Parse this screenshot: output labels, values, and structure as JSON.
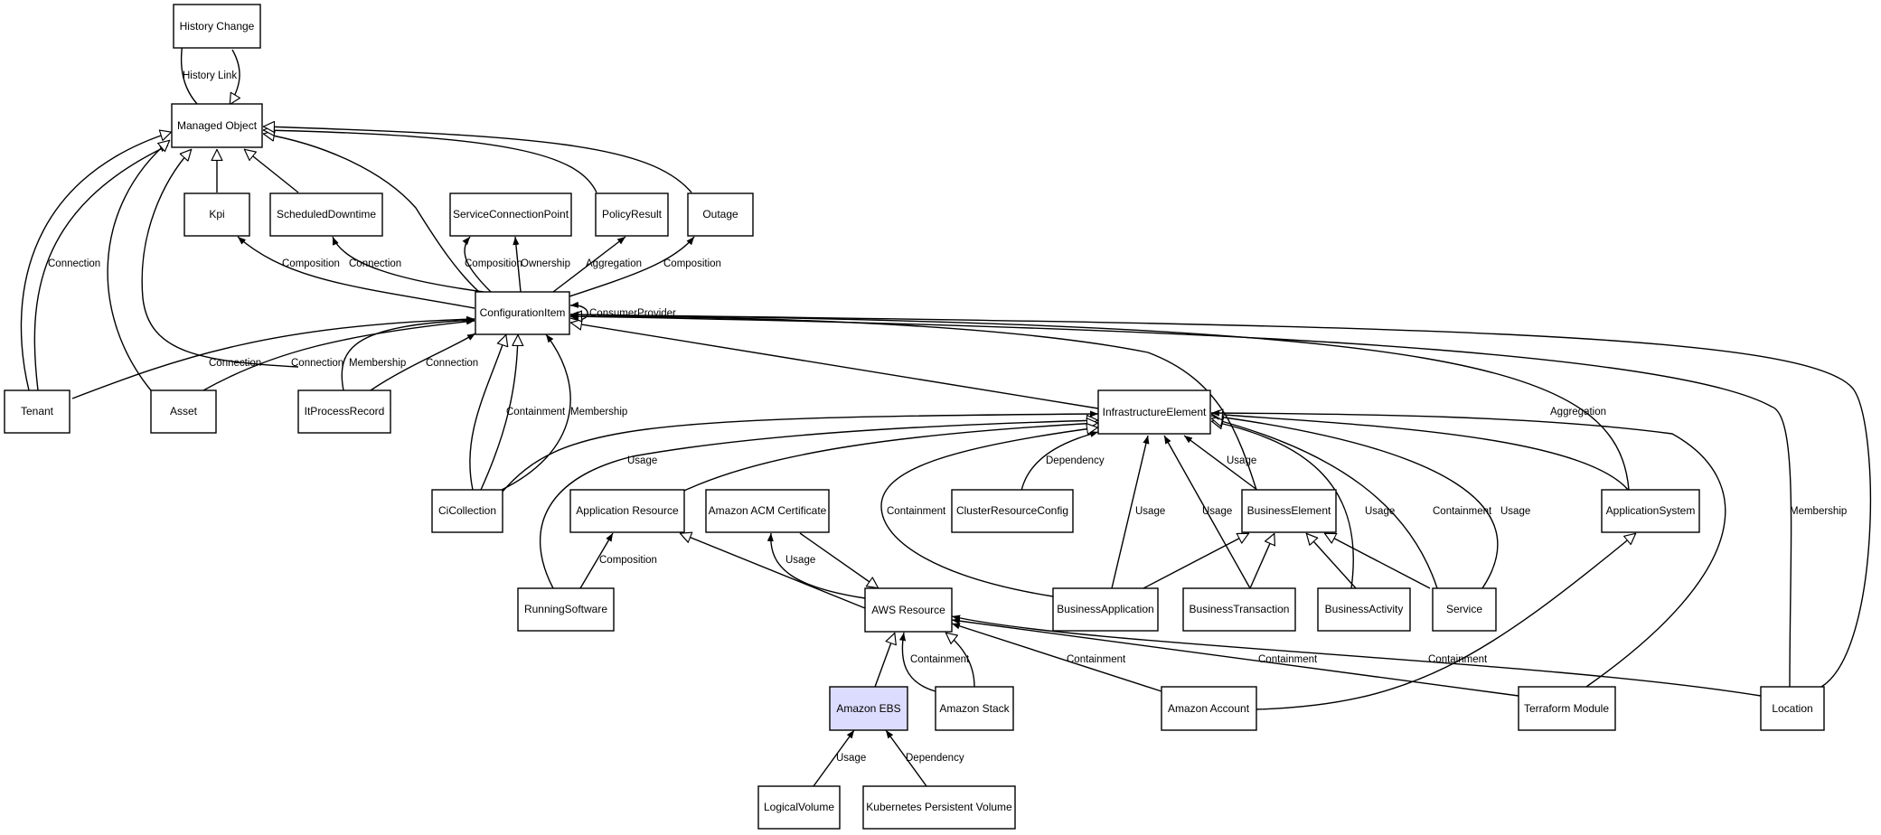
{
  "diagram": {
    "type": "class-relationship-graph",
    "highlight_color": "#dcdcff",
    "nodes": [
      {
        "id": "history-change",
        "label": "History Change"
      },
      {
        "id": "managed-object",
        "label": "Managed Object"
      },
      {
        "id": "kpi",
        "label": "Kpi"
      },
      {
        "id": "scheduled-downtime",
        "label": "ScheduledDowntime"
      },
      {
        "id": "service-connection-point",
        "label": "ServiceConnectionPoint"
      },
      {
        "id": "policy-result",
        "label": "PolicyResult"
      },
      {
        "id": "outage",
        "label": "Outage"
      },
      {
        "id": "configuration-item",
        "label": "ConfigurationItem"
      },
      {
        "id": "tenant",
        "label": "Tenant"
      },
      {
        "id": "asset",
        "label": "Asset"
      },
      {
        "id": "it-process-record",
        "label": "ItProcessRecord"
      },
      {
        "id": "infrastructure-element",
        "label": "InfrastructureElement"
      },
      {
        "id": "ci-collection",
        "label": "CiCollection"
      },
      {
        "id": "application-resource",
        "label": "Application Resource"
      },
      {
        "id": "amazon-acm-certificate",
        "label": "Amazon ACM Certificate"
      },
      {
        "id": "cluster-resource-config",
        "label": "ClusterResourceConfig"
      },
      {
        "id": "business-element",
        "label": "BusinessElement"
      },
      {
        "id": "application-system",
        "label": "ApplicationSystem"
      },
      {
        "id": "running-software",
        "label": "RunningSoftware"
      },
      {
        "id": "aws-resource",
        "label": "AWS Resource"
      },
      {
        "id": "business-application",
        "label": "BusinessApplication"
      },
      {
        "id": "business-transaction",
        "label": "BusinessTransaction"
      },
      {
        "id": "business-activity",
        "label": "BusinessActivity"
      },
      {
        "id": "service",
        "label": "Service"
      },
      {
        "id": "amazon-ebs",
        "label": "Amazon EBS",
        "highlighted": true
      },
      {
        "id": "amazon-stack",
        "label": "Amazon Stack"
      },
      {
        "id": "amazon-account",
        "label": "Amazon Account"
      },
      {
        "id": "terraform-module",
        "label": "Terraform Module"
      },
      {
        "id": "location",
        "label": "Location"
      },
      {
        "id": "logical-volume",
        "label": "LogicalVolume"
      },
      {
        "id": "kubernetes-persistent-volume",
        "label": "Kubernetes Persistent Volume"
      }
    ],
    "edge_labels": [
      {
        "id": "history-link",
        "text": "History Link"
      },
      {
        "id": "tenant-connection-mo",
        "text": "Connection"
      },
      {
        "id": "ci-kpi-composition",
        "text": "Composition"
      },
      {
        "id": "ci-sd-connection",
        "text": "Connection"
      },
      {
        "id": "ci-scp-composition",
        "text": "Composition"
      },
      {
        "id": "ci-scp-ownership",
        "text": "Ownership"
      },
      {
        "id": "ci-pr-aggregation",
        "text": "Aggregation"
      },
      {
        "id": "ci-outage-composition",
        "text": "Composition"
      },
      {
        "id": "ci-consumer-provider",
        "text": "ConsumerProvider"
      },
      {
        "id": "tenant-ci-connection",
        "text": "Connection"
      },
      {
        "id": "asset-ci-connection",
        "text": "Connection"
      },
      {
        "id": "ipr-ci-membership",
        "text": "Membership"
      },
      {
        "id": "ipr-ci-connection",
        "text": "Connection"
      },
      {
        "id": "cic-ci-containment",
        "text": "Containment"
      },
      {
        "id": "cic-ci-membership",
        "text": "Membership"
      },
      {
        "id": "cic-ie-usage",
        "text": "Usage"
      },
      {
        "id": "crc-ie-dependency",
        "text": "Dependency"
      },
      {
        "id": "be-ie-usage",
        "text": "Usage"
      },
      {
        "id": "as-ci-aggregation",
        "text": "Aggregation"
      },
      {
        "id": "location-ci-membership",
        "text": "Membership"
      },
      {
        "id": "ba-ie-containment",
        "text": "Containment"
      },
      {
        "id": "ba-ie-usage",
        "text": "Usage"
      },
      {
        "id": "bt-ie-usage",
        "text": "Usage"
      },
      {
        "id": "bact-ie-usage",
        "text": "Usage"
      },
      {
        "id": "service-ie-containment",
        "text": "Containment"
      },
      {
        "id": "service-ie-usage",
        "text": "Usage"
      },
      {
        "id": "rs-ar-composition",
        "text": "Composition"
      },
      {
        "id": "aws-acm-usage",
        "text": "Usage"
      },
      {
        "id": "stack-aws-containment",
        "text": "Containment"
      },
      {
        "id": "account-aws-containment",
        "text": "Containment"
      },
      {
        "id": "tf-aws-containment",
        "text": "Containment"
      },
      {
        "id": "location-aws-containment",
        "text": "Containment"
      },
      {
        "id": "lv-ebs-usage",
        "text": "Usage"
      },
      {
        "id": "kpv-ebs-dependency",
        "text": "Dependency"
      }
    ]
  }
}
